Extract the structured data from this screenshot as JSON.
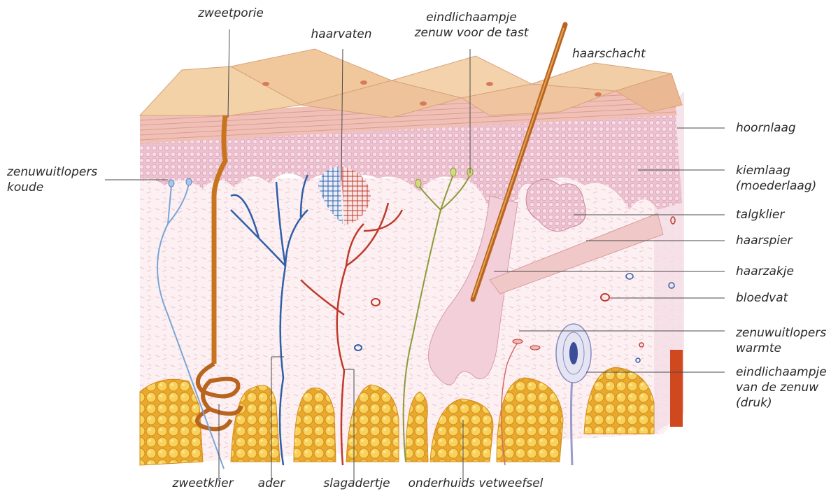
{
  "labels": {
    "zweetporie": "zweetporie",
    "haarvaten": "haarvaten",
    "eindlichaampje_tast_1": "eindlichaampje",
    "eindlichaampje_tast_2": "zenuw voor de tast",
    "haarschacht": "haarschacht",
    "hoornlaag": "hoornlaag",
    "kiemlaag_1": "kiemlaag",
    "kiemlaag_2": "(moederlaag)",
    "zenuwuitlopers_koude_1": "zenuwuitlopers",
    "zenuwuitlopers_koude_2": "koude",
    "talgklier": "talgklier",
    "haarspier": "haarspier",
    "haarzakje": "haarzakje",
    "bloedvat": "bloedvat",
    "zenuwuitlopers_warmte_1": "zenuwuitlopers",
    "zenuwuitlopers_warmte_2": "warmte",
    "eindlichaampje_druk_1": "eindlichaampje",
    "eindlichaampje_druk_2": "van de zenuw",
    "eindlichaampje_druk_3": "(druk)",
    "zweetklier": "zweetklier",
    "ader": "ader",
    "slagadertje": "slagadertje",
    "onderhuids_vetweefsel": "onderhuids vetweefsel"
  },
  "colors": {
    "epidermis_top": "#f0c8a0",
    "epidermis_stripe": "#e3a890",
    "germ_layer": "#ecc4d2",
    "dermis": "#fbeef0",
    "fat": "#f6c848",
    "vein": "#2f5fa8",
    "artery": "#c0392b",
    "nerve_cold": "#7aa6d6",
    "nerve_touch": "#8c9a3a",
    "hair": "#b8651f",
    "sweat_gland": "#c8741e"
  }
}
